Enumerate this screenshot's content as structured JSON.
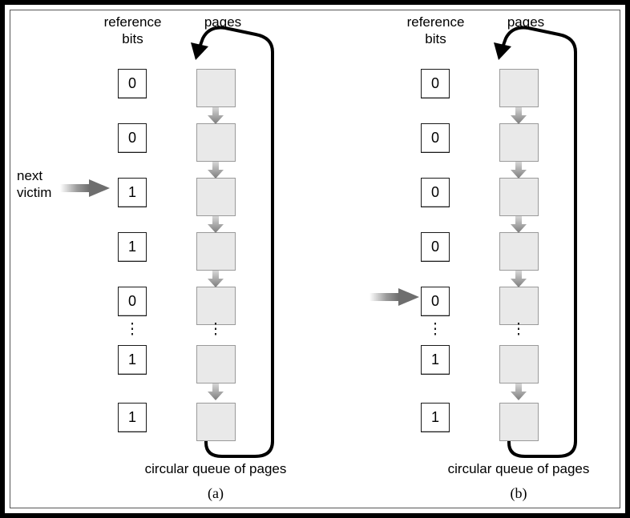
{
  "figure": {
    "panels": [
      {
        "id": "a",
        "headers": {
          "reference_bits": "reference\nbits",
          "pages": "pages"
        },
        "annotation": {
          "label": "next\nvictim",
          "target_index": 2
        },
        "reference_bits": [
          "0",
          "0",
          "1",
          "1",
          "0",
          "1",
          "1"
        ],
        "page_count": 7,
        "ellipsis_after_index": 4,
        "ellipsis_glyph": "⋮",
        "caption": "circular queue of pages",
        "letter": "(a)"
      },
      {
        "id": "b",
        "headers": {
          "reference_bits": "reference\nbits",
          "pages": "pages"
        },
        "annotation": {
          "label": "",
          "target_index": 4
        },
        "reference_bits": [
          "0",
          "0",
          "0",
          "0",
          "0",
          "1",
          "1"
        ],
        "page_count": 7,
        "ellipsis_after_index": 4,
        "ellipsis_glyph": "⋮",
        "caption": "circular queue of pages",
        "letter": "(b)"
      }
    ],
    "colors": {
      "page_fill": "#e9e9e9",
      "page_stroke": "#9a9a9a",
      "bit_stroke": "#1a1a1a",
      "flow_arrow": "#8a8a8a",
      "loop_line": "#000000",
      "frame": "#000000"
    }
  }
}
